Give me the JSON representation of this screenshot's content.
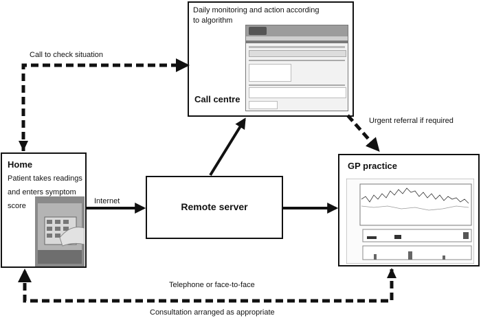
{
  "nodes": {
    "call_centre": {
      "caption": "Daily monitoring and action according\nto algorithm",
      "title": "Call centre"
    },
    "home": {
      "title": "Home",
      "caption": "Patient takes readings\nand enters symptom\nscore"
    },
    "server": {
      "title": "Remote server"
    },
    "gp": {
      "title": "GP practice"
    }
  },
  "edges": {
    "call_check": "Call to check situation",
    "internet": "Internet",
    "urgent": "Urgent referral if required",
    "telephone": "Telephone or face-to-face",
    "consultation": "Consultation arranged as appropriate"
  }
}
